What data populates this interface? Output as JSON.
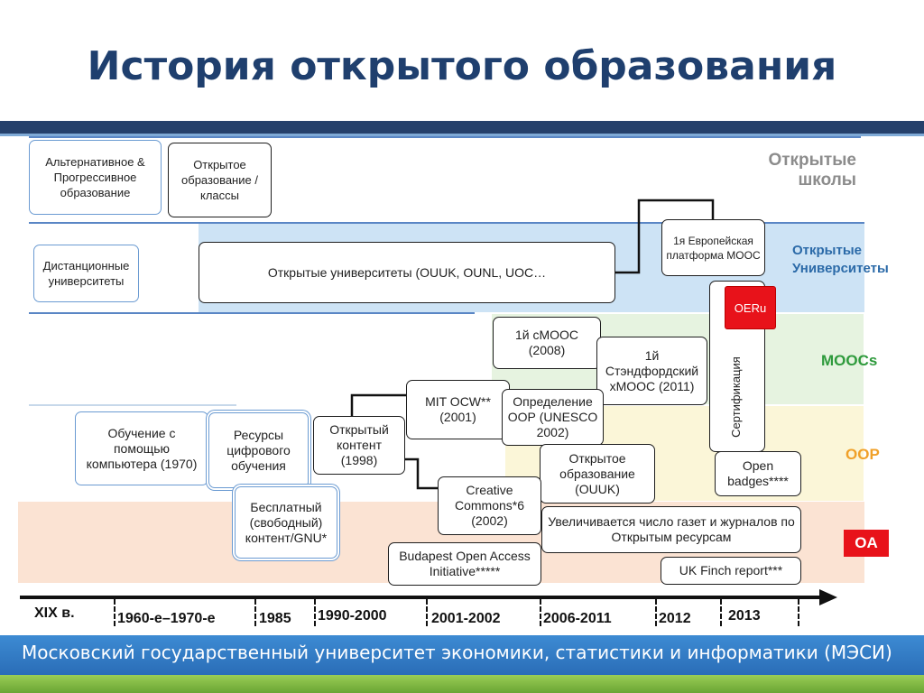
{
  "title": "История открытого образования",
  "lanes": {
    "schools": "Открытые школы",
    "universities": "Открытые Университеты",
    "moocs": "MOOCs",
    "oer": "OOP",
    "oa": "OA"
  },
  "boxes": {
    "alt_education": "Альтернативное & Прогрессивное образование",
    "open_education_classes": "Открытое образование /классы",
    "distance_universities": "Дистанционные университеты",
    "open_universities": "Открытые университеты (OUUK, OUNL, UOC…",
    "first_european_mooc": "1я Европейская платформа MOOC",
    "oeru": "OERu",
    "first_cmooc": "1й cMOOC (2008)",
    "first_stanford_xmooc": "1й Стэндфордский xMOOC (2011)",
    "certification": "Сертификация",
    "computer_learning": "Обучение с помощью компьютера (1970)",
    "digital_resources": "Ресурсы цифрового обучения",
    "open_content": "Открытый контент (1998)",
    "mit_ocw": "MIT OCW** (2001)",
    "oer_definition": "Определение ООР (UNESCO 2002)",
    "open_education_ouuk": "Открытое образование (OUUK)",
    "open_badges": "Open badges****",
    "free_content_gnu": "Бесплатный (свободный) контент/GNU*",
    "creative_commons": "Creative Commons*6 (2002)",
    "journals_growth": "Увеличивается число газет и журналов по Открытым ресурсам",
    "budapest": "Budapest Open Access Initiative*****",
    "uk_finch": "UK Finch report***"
  },
  "timeline": {
    "periods": [
      "XIX в.",
      "1960-е–1970-е",
      "1985",
      "1990-2000",
      "2001-2002",
      "2006-2011",
      "2012",
      "2013"
    ]
  },
  "footer": "Московский государственный университет экономики, статистики и информатики (МЭСИ)"
}
